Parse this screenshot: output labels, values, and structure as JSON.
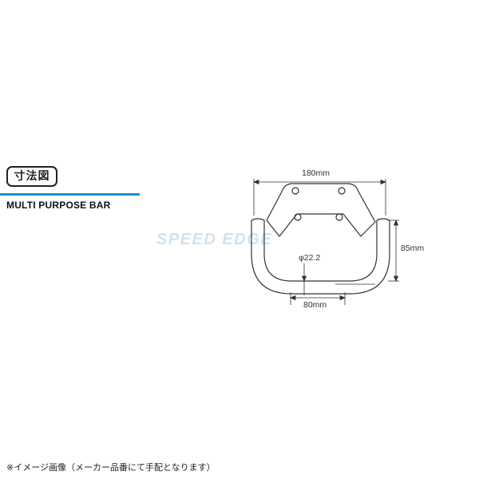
{
  "heading_badge": "寸法図",
  "product_title": "MULTI PURPOSE BAR",
  "dimensions": {
    "overall_width": "180mm",
    "height": "85mm",
    "tube_diameter": "φ22.2",
    "clamp_spacing": "80mm"
  },
  "watermark": "SPEED EDGE",
  "footnote": "※イメージ画像（メーカー品番にて手配となります）",
  "colors": {
    "accent": "#1a8fc6",
    "line": "#333333",
    "watermark": "#c4dcf0"
  }
}
